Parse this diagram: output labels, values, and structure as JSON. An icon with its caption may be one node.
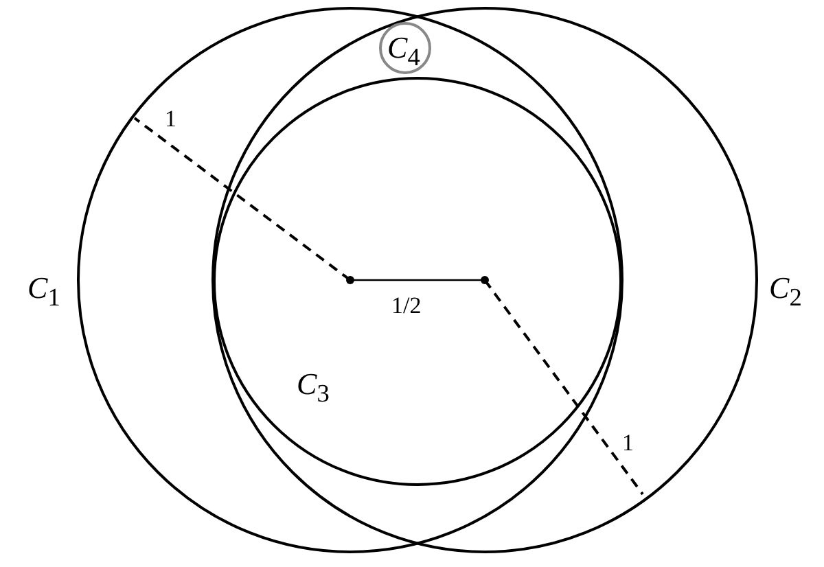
{
  "diagram": {
    "nodes": [
      {
        "text": [
          "*C*$_{1}$"
        ]
      },
      {
        "text": [
          "*C*$_{2}$"
        ]
      },
      {
        "text": [
          "*C*$_{3}$"
        ]
      },
      {
        "text": [
          "*C*$_{4}$"
        ]
      }
    ],
    "edges": [],
    "labels": [
      "1",
      "1/2",
      "1"
    ]
  }
}
